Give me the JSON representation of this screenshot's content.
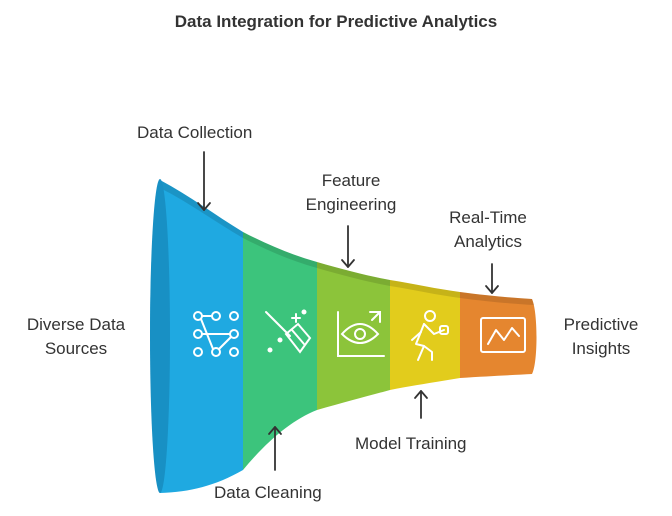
{
  "title": "Data Integration for Predictive Analytics",
  "input_label": [
    "Diverse Data",
    "Sources"
  ],
  "output_label": [
    "Predictive",
    "Insights"
  ],
  "stages": [
    {
      "label": [
        "Data Collection"
      ],
      "color": "#1fa9e1",
      "icon": "network-nodes-icon"
    },
    {
      "label": [
        "Data Cleaning"
      ],
      "color": "#3cc47c",
      "icon": "broom-sparkle-icon"
    },
    {
      "label": [
        "Feature",
        "Engineering"
      ],
      "color": "#8cc43a",
      "icon": "eye-chart-icon"
    },
    {
      "label": [
        "Model Training"
      ],
      "color": "#e2cc1c",
      "icon": "person-training-icon"
    },
    {
      "label": [
        "Real-Time",
        "Analytics"
      ],
      "color": "#e5862f",
      "icon": "monitor-chart-icon"
    }
  ]
}
